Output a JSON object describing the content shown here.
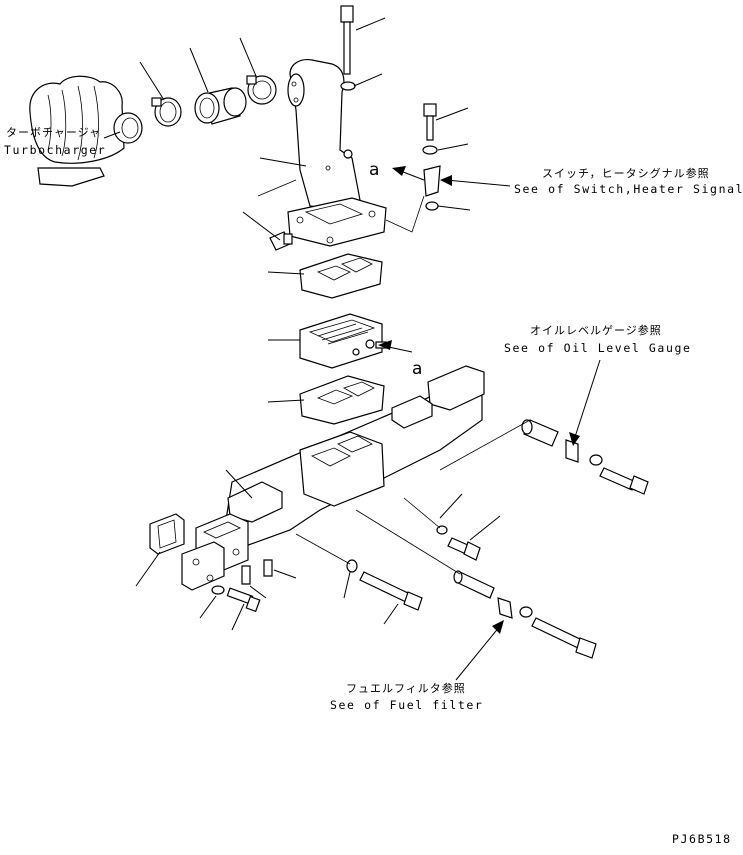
{
  "callouts": {
    "turbocharger_jp": "ターボチャージャ",
    "turbocharger_en": "Turbocharger",
    "switch_heater_jp": "スイッチ，ヒータシグナル参照",
    "switch_heater_en": "See of Switch,Heater Signal",
    "oil_level_jp": "オイルレベルゲージ参照",
    "oil_level_en": "See of Oil Level Gauge",
    "fuel_filter_jp": "フュエルフィルタ参照",
    "fuel_filter_en": "See of Fuel filter",
    "view_marker_top": "a",
    "view_marker_mid": "a",
    "drawing_code": "PJ6B518"
  }
}
